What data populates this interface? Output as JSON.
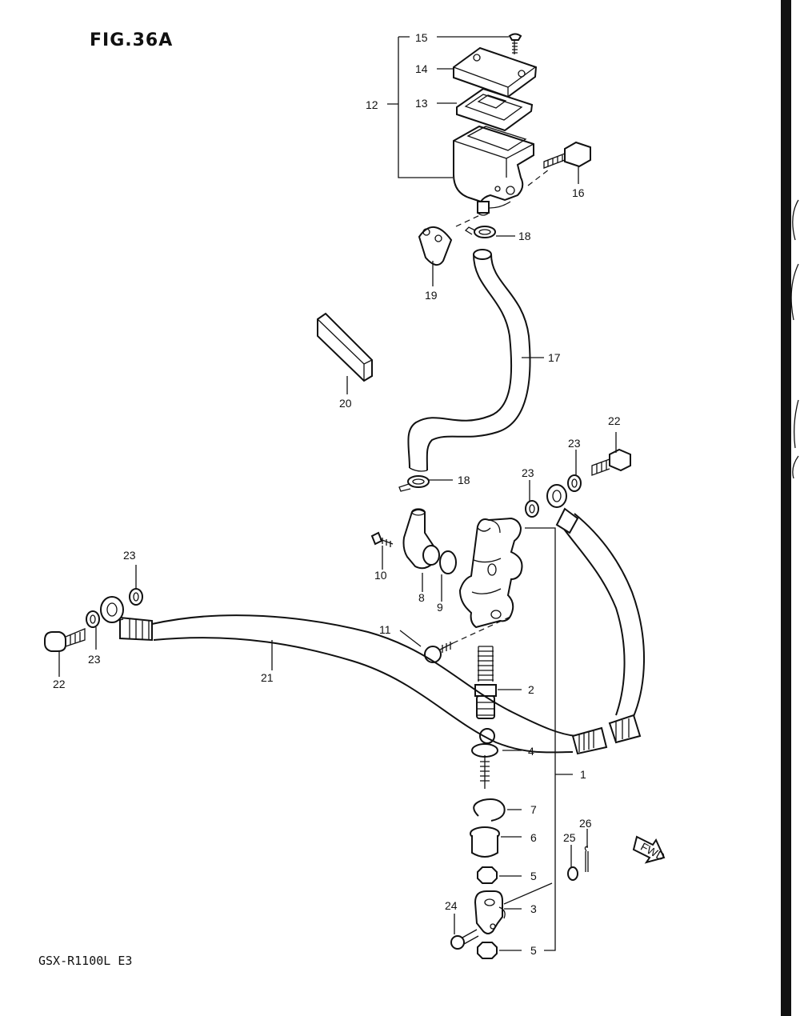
{
  "figure": {
    "title": "FIG.36A",
    "model": "GSX-R1100L E3",
    "fwd_label": "FWD"
  },
  "callouts": {
    "c1": "1",
    "c2": "2",
    "c3": "3",
    "c4": "4",
    "c5a": "5",
    "c5b": "5",
    "c6": "6",
    "c7": "7",
    "c8": "8",
    "c9": "9",
    "c10": "10",
    "c11": "11",
    "c12": "12",
    "c13": "13",
    "c14": "14",
    "c15": "15",
    "c16": "16",
    "c17": "17",
    "c18a": "18",
    "c18b": "18",
    "c19": "19",
    "c20": "20",
    "c21": "21",
    "c22a": "22",
    "c22b": "22",
    "c23a": "23",
    "c23b": "23",
    "c23c": "23",
    "c23d": "23",
    "c24": "24",
    "c25": "25",
    "c26": "26"
  }
}
